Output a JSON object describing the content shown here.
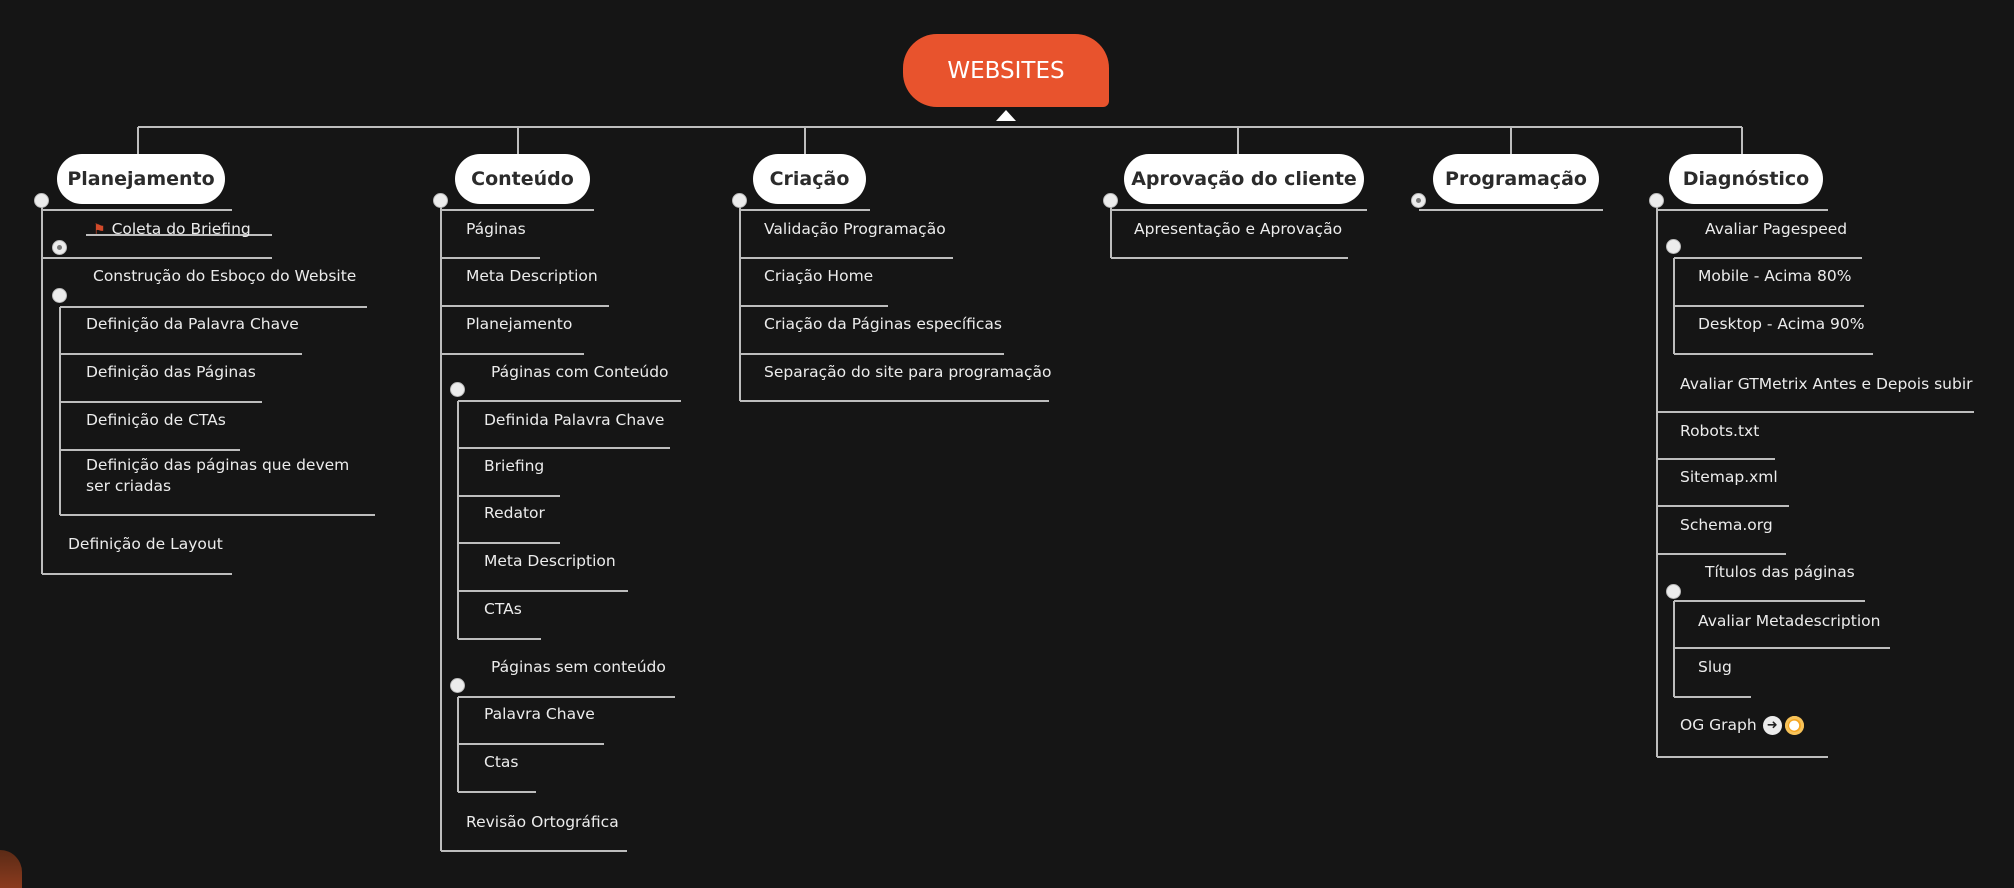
{
  "root": {
    "label": "WEBSITES"
  },
  "categories": {
    "planejamento": "Planejamento",
    "conteudo": "Conteúdo",
    "criacao": "Criação",
    "aprovacao": "Aprovação do cliente",
    "programacao": "Programação",
    "diagnostico": "Diagnóstico"
  },
  "planejamento": {
    "coleta": "Coleta do Briefing",
    "construcao": "Construção do Esboço do Website",
    "palavra_chave": "Definição da Palavra Chave",
    "paginas": "Definição das Páginas",
    "ctas": "Definição de CTAs",
    "paginas_criadas": "Definição das páginas que devem ser criadas",
    "layout": "Definição de Layout"
  },
  "conteudo": {
    "paginas": "Páginas",
    "meta": "Meta Description",
    "planejamento": "Planejamento",
    "com_conteudo": "Páginas com Conteúdo",
    "definida_palavra": "Definida Palavra Chave",
    "briefing": "Briefing",
    "redator": "Redator",
    "meta2": "Meta Description",
    "ctas": "CTAs",
    "sem_conteudo": "Páginas sem conteúdo",
    "palavra_chave": "Palavra Chave",
    "ctas2": "Ctas",
    "revisao": "Revisão Ortográfica"
  },
  "criacao": {
    "validacao": "Validação Programação",
    "home": "Criação Home",
    "especificas": "Criação da Páginas específicas",
    "separacao": "Separação do site para programação"
  },
  "aprovacao": {
    "apresentacao": "Apresentação e Aprovação"
  },
  "diagnostico": {
    "pagespeed": "Avaliar Pagespeed",
    "mobile": "Mobile - Acima 80%",
    "desktop": "Desktop - Acima 90%",
    "gtmetrix": "Avaliar GTMetrix Antes e Depois subir",
    "robots": "Robots.txt",
    "sitemap": "Sitemap.xml",
    "schema": "Schema.org",
    "titulos": "Títulos das páginas",
    "metadescription": "Avaliar Metadescription",
    "slug": "Slug",
    "og": "OG Graph"
  },
  "icons": {
    "flag": "flag-icon",
    "arrow": "arrow-right-circle-icon",
    "coin": "coin-icon"
  },
  "colors": {
    "background": "#151515",
    "root": "#e8532d",
    "category": "#ffffff",
    "line": "#bdbdbd",
    "text": "#ececec",
    "flag": "#d24a2a",
    "coin": "#f5a623"
  }
}
